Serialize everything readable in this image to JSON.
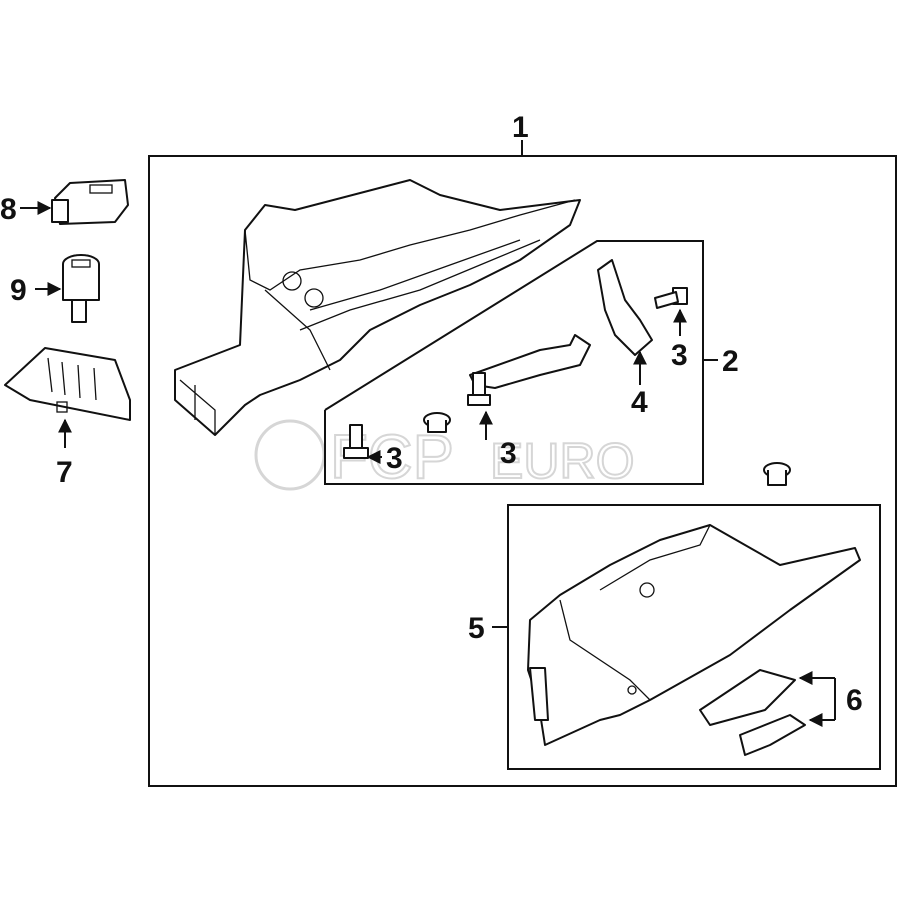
{
  "diagram": {
    "callouts": {
      "c1": "1",
      "c2": "2",
      "c3a": "3",
      "c3b": "3",
      "c3c": "3",
      "c4": "4",
      "c5": "5",
      "c6": "6",
      "c7": "7",
      "c8": "8",
      "c9": "9"
    },
    "watermark": "FCP EURO"
  }
}
